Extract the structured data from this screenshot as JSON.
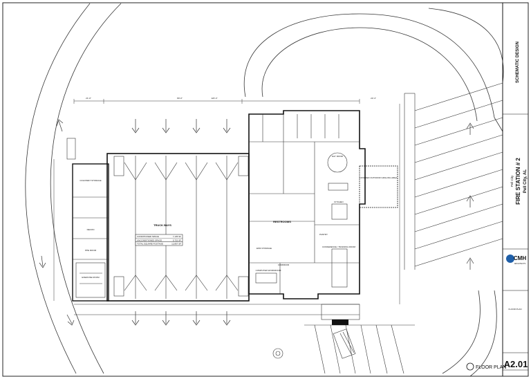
{
  "title_block": {
    "phase": "SCHEMATIC DESIGN",
    "project_name": "FIRE STATION # 2",
    "project_subtitle": "Pell City",
    "project_location": "Pell City, AL",
    "firm_logo": "CMH",
    "firm_sub": "ARCHITECTS",
    "sheet_title": "FLOOR PLAN",
    "sheet_number": "A2.01"
  },
  "drawing_title": {
    "text": "FLOOR PLAN"
  },
  "rooms": {
    "truck_bays": "TRUCK BAYS",
    "restrooms": "RESTROOMS",
    "kitchen": "KITCHEN",
    "day_room": "DAY ROOM",
    "conference_training": "CONFERENCE / TRAINING ROOM",
    "computer_workroom": "COMPUTER WORKROOM",
    "ems_storage": "EMS STORAGE",
    "ppe_room": "PPE ROOM",
    "exercise_room": "EXERCISE ROOM",
    "cold_room": "COLD/WET STORAGE",
    "decon": "DECON",
    "covered_patio": "COVERED OUTDOOR GRILLING AREA",
    "corridor": "CORRIDOR",
    "pantry": "PANTRY"
  },
  "area_table": {
    "rows": [
      {
        "label": "CONDITIONED SPACE",
        "value": "7,135 SF"
      },
      {
        "label": "UNCONDITIONED SPACE",
        "value": "5,722 SF"
      },
      {
        "label": "TOTAL SQUARE FOOTAGE",
        "value": "12,857 SF"
      }
    ]
  },
  "dimensions": {
    "overall": "123'-4\"",
    "left": "21'-0\"",
    "mid": "80'-0\"",
    "right": "22'-4\""
  }
}
